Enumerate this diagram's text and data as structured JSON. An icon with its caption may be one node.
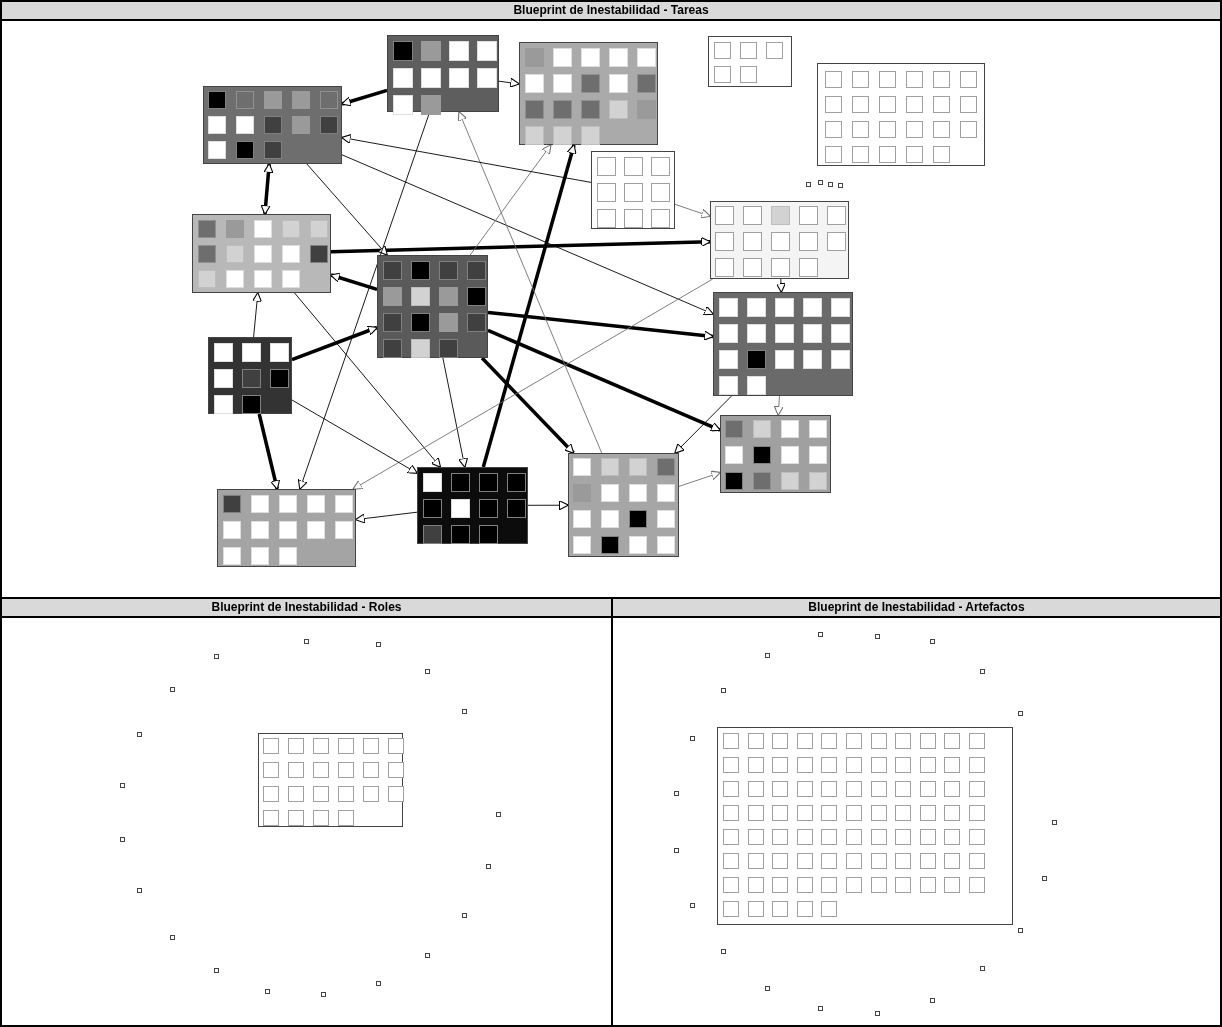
{
  "diagram": {
    "nodes": [
      {
        "text": [
          "Blueprint de Inestabilidad - Tareas"
        ]
      },
      {
        "text": [
          "Blueprint de Inestabilidad - Roles"
        ]
      },
      {
        "text": [
          "Blueprint de Inestabilidad - Artefactos"
        ]
      },
      {
        "text": [],
        "shape": "box",
        "in": 0
      },
      {
        "text": [],
        "shape": "box",
        "in": 0
      },
      {
        "text": [],
        "shape": "box",
        "in": 0
      },
      {
        "text": [],
        "shape": "box",
        "in": 0
      },
      {
        "text": [],
        "shape": "box",
        "in": 0
      },
      {
        "text": [],
        "shape": "box",
        "in": 0
      },
      {
        "text": [],
        "shape": "box",
        "in": 0
      },
      {
        "text": [],
        "shape": "box",
        "in": 0
      },
      {
        "text": [],
        "shape": "box",
        "in": 0
      },
      {
        "text": [],
        "shape": "box",
        "in": 0
      },
      {
        "text": [],
        "shape": "box",
        "in": 0
      },
      {
        "text": [],
        "shape": "box",
        "in": 0
      },
      {
        "text": [],
        "shape": "box",
        "in": 0
      },
      {
        "text": [],
        "shape": "box",
        "in": 0
      },
      {
        "text": [],
        "shape": "box",
        "in": 0
      },
      {
        "text": [],
        "shape": "box",
        "in": 1
      },
      {
        "text": [],
        "shape": "box",
        "in": 2
      }
    ],
    "edges": [
      {
        "from": 3,
        "to": 7,
        "arrow": "to",
        "style": "thick"
      },
      {
        "from": 3,
        "to": 5,
        "arrow": "to"
      },
      {
        "from": 7,
        "to": 10,
        "arrow": "both",
        "style": "thick"
      },
      {
        "from": 10,
        "to": 9,
        "arrow": "to",
        "style": "thick"
      },
      {
        "from": 11,
        "to": 10,
        "arrow": "to",
        "style": "thick"
      },
      {
        "from": 16,
        "to": 5,
        "arrow": "to",
        "style": "thick"
      },
      {
        "from": 11,
        "to": 15,
        "arrow": "to",
        "style": "thick"
      },
      {
        "from": 11,
        "to": 14,
        "arrow": "to",
        "style": "thick"
      },
      {
        "from": 11,
        "to": 12,
        "arrow": "to",
        "style": "thick"
      },
      {
        "from": 13,
        "to": 10,
        "arrow": "to"
      },
      {
        "from": 13,
        "to": 17,
        "arrow": "to",
        "style": "thick"
      },
      {
        "from": 13,
        "to": 11,
        "arrow": "to",
        "style": "thick"
      },
      {
        "from": 16,
        "to": 17,
        "arrow": "to"
      },
      {
        "from": 16,
        "to": 15,
        "arrow": "to"
      },
      {
        "from": 15,
        "to": 14,
        "arrow": "to",
        "color": "#707070"
      },
      {
        "from": 12,
        "to": 15,
        "arrow": "to"
      },
      {
        "from": 8,
        "to": 9,
        "arrow": "to",
        "color": "#707070"
      },
      {
        "from": 7,
        "to": 12,
        "arrow": "to"
      },
      {
        "from": 7,
        "to": 11,
        "arrow": "to"
      },
      {
        "from": 10,
        "to": 16,
        "arrow": "to"
      },
      {
        "from": 11,
        "to": 16,
        "arrow": "to"
      },
      {
        "from": 9,
        "to": 12,
        "arrow": "to"
      },
      {
        "from": 12,
        "to": 14,
        "arrow": "to",
        "color": "#707070"
      },
      {
        "from": 15,
        "to": 3,
        "arrow": "to",
        "color": "#707070"
      },
      {
        "from": 9,
        "to": 17,
        "arrow": "to",
        "color": "#707070"
      },
      {
        "from": 11,
        "to": 5,
        "arrow": "to",
        "color": "#707070"
      },
      {
        "from": 13,
        "to": 16,
        "arrow": "to"
      },
      {
        "from": 8,
        "to": 7,
        "arrow": "to"
      },
      {
        "from": 3,
        "to": 17,
        "arrow": "to"
      }
    ]
  }
}
